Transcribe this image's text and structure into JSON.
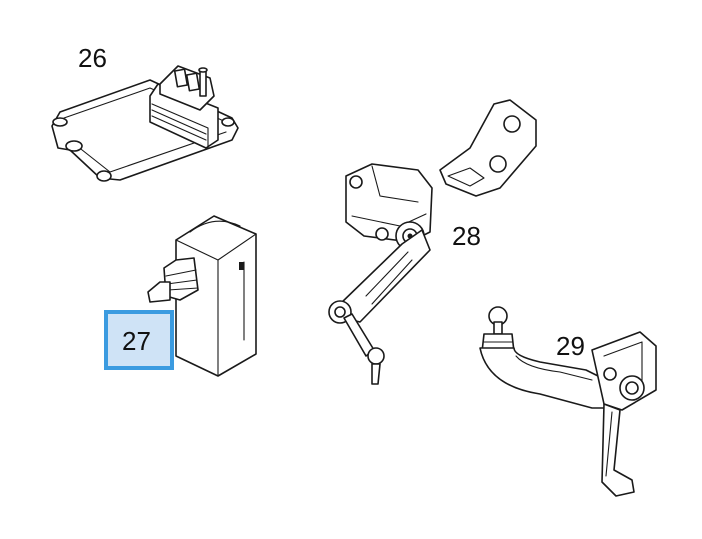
{
  "parts": [
    {
      "id": "part-26",
      "label": "26"
    },
    {
      "id": "part-27",
      "label": "27",
      "highlighted": true
    },
    {
      "id": "part-28",
      "label": "28"
    },
    {
      "id": "part-29",
      "label": "29"
    }
  ],
  "colors": {
    "highlight_fill": "#cfe3f6",
    "highlight_border": "#3b9be0",
    "line": "#1a1a1a"
  }
}
